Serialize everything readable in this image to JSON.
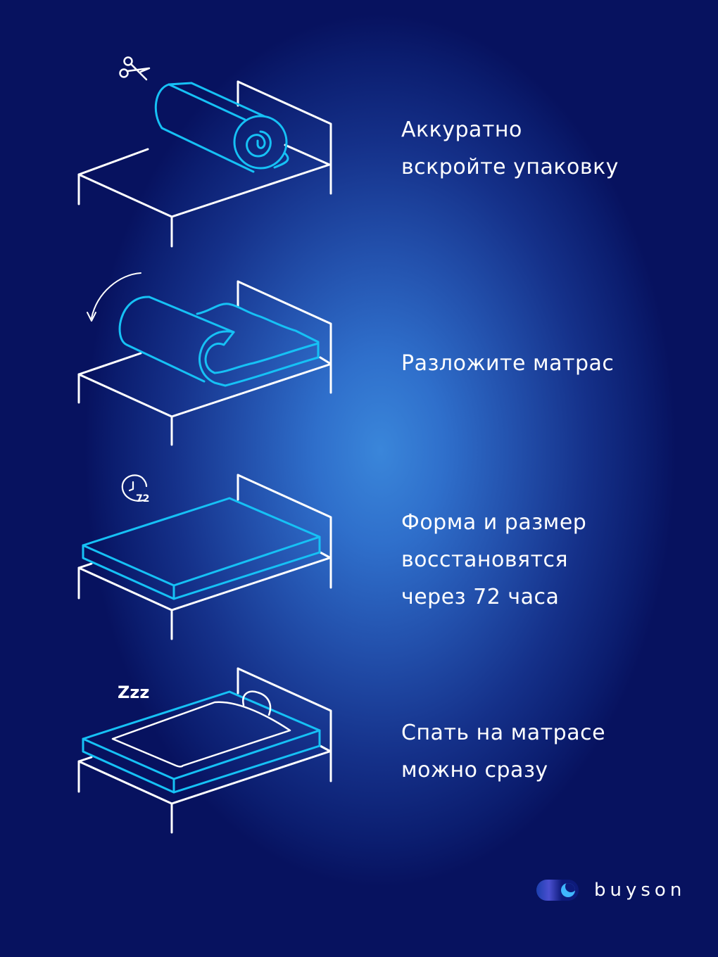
{
  "colors": {
    "background_dark": "#07125f",
    "background_glow": "#3a86da",
    "line_white": "#ffffff",
    "line_cyan": "#16c1f5"
  },
  "steps": [
    {
      "icon": "scissors-icon",
      "illustration": "rolled-mattress-on-bed",
      "lines": [
        "Аккуратно",
        "вскройте упаковку"
      ]
    },
    {
      "icon": "rotate-arrow-icon",
      "illustration": "unrolling-mattress-on-bed",
      "lines": [
        "Разложите матрас"
      ]
    },
    {
      "icon": "clock-72-icon",
      "icon_text": "72",
      "illustration": "flat-mattress-on-bed",
      "lines": [
        "Форма и размер",
        "восстановятся",
        "через 72 часа"
      ]
    },
    {
      "icon": "zzz-text",
      "icon_text": "Zzz",
      "illustration": "sleeping-person-on-bed",
      "lines": [
        "Спать на матрасе",
        "можно сразу"
      ]
    }
  ],
  "brand": {
    "name": "buyson",
    "logo_icon": "moon-toggle-icon"
  }
}
